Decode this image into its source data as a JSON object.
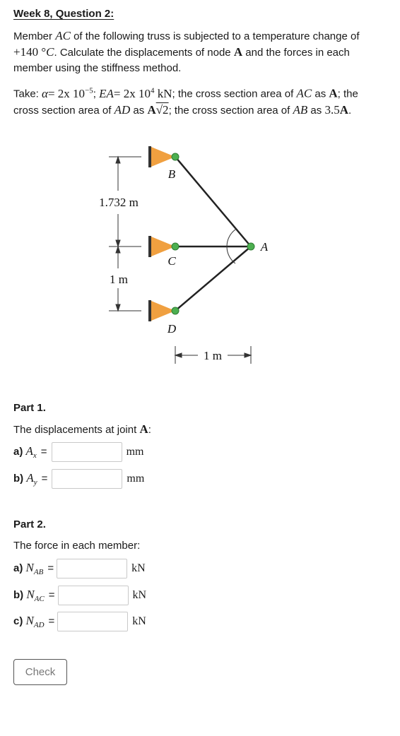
{
  "question": {
    "title": "Week 8, Question 2:",
    "intro_1": "Member ",
    "member_ac": "AC",
    "intro_2": " of the following truss is subjected to a temperature change of ",
    "temp": "+140 °",
    "temp_unit": "C",
    "intro_3": ". Calculate the displacements of node ",
    "node_a": "A",
    "intro_4": " and the forces in each member using the stiffness method.",
    "take_1": "Take: ",
    "alpha": "α",
    "alpha_eq": "= 2x 10",
    "alpha_exp": "−5",
    "sep1": "; ",
    "ea": "EA",
    "ea_eq": "= 2x 10",
    "ea_exp": "4",
    "ea_unit": " kN",
    "take_2": "; the cross section area of ",
    "take_ac": "AC",
    "take_3": " as ",
    "take_a": "A",
    "take_4": "; the cross section area of ",
    "take_ad": "AD",
    "take_5": " as ",
    "take_a2": "A",
    "take_sqrt": "√2",
    "take_6": "; the cross section area of ",
    "take_ab": "AB",
    "take_7": " as ",
    "take_35": "3.5",
    "take_a3": "A",
    "take_8": "."
  },
  "diagram": {
    "dim_vertical_top": "1.732 m",
    "dim_vertical_bottom": "1 m",
    "dim_horizontal": "1 m",
    "node_b": "B",
    "node_c": "C",
    "node_d": "D",
    "node_a": "A",
    "colors": {
      "support": "#f0a040",
      "node": "#4caf50",
      "member": "#222222",
      "dim": "#333333"
    }
  },
  "part1": {
    "title": "Part 1.",
    "text_1": "The displacements at joint ",
    "text_a": "A",
    "text_2": ":",
    "rows": [
      {
        "prefix": "a) ",
        "var": "A",
        "sub": "x",
        "eq": "=",
        "value": "",
        "unit": "mm"
      },
      {
        "prefix": "b) ",
        "var": "A",
        "sub": "y",
        "eq": "=",
        "value": "",
        "unit": "mm"
      }
    ]
  },
  "part2": {
    "title": "Part 2.",
    "text": "The force in each member:",
    "rows": [
      {
        "prefix": "a) ",
        "var": "N",
        "sub": "AB",
        "eq": "=",
        "value": "",
        "unit": "kN"
      },
      {
        "prefix": "b) ",
        "var": "N",
        "sub": "AC",
        "eq": "=",
        "value": "",
        "unit": "kN"
      },
      {
        "prefix": "c) ",
        "var": "N",
        "sub": "AD",
        "eq": "=",
        "value": "",
        "unit": "kN"
      }
    ]
  },
  "check_label": "Check"
}
